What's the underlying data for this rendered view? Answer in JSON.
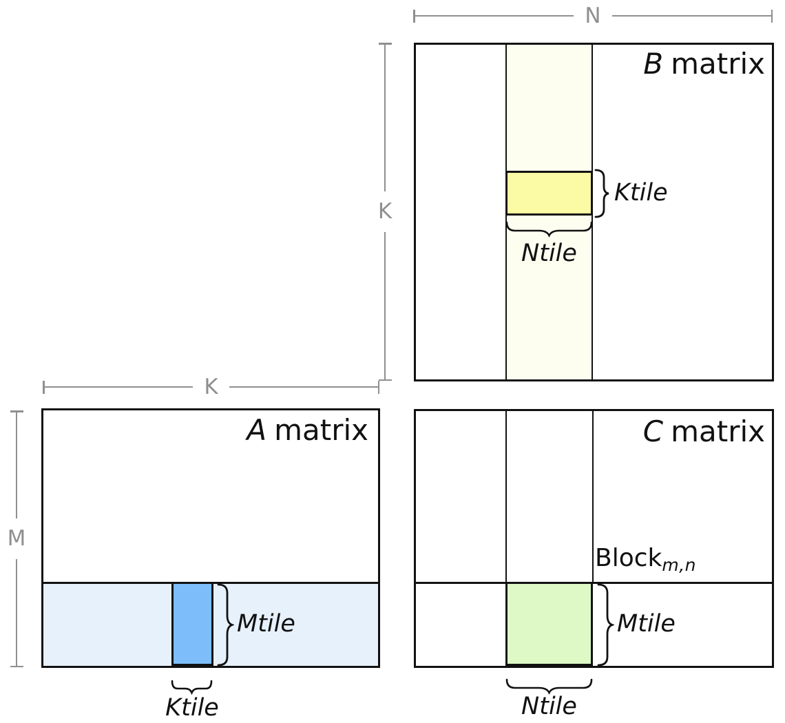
{
  "colors": {
    "border": "#111111",
    "dim-gray": "#8f8f8f",
    "strip-ivory": "#fdfdf0",
    "tile-yellow": "#fbfba6",
    "strip-blue": "#e7f1fc",
    "tile-blue": "#7dbefa",
    "tile-green": "#def9c5"
  },
  "dims": {
    "n": "N",
    "k_b": "K",
    "k_a": "K",
    "m": "M"
  },
  "matrices": {
    "b": {
      "name": "B",
      "word": "matrix"
    },
    "a": {
      "name": "A",
      "word": "matrix"
    },
    "c": {
      "name": "C",
      "word": "matrix"
    }
  },
  "tiles": {
    "ktile": "Ktile",
    "ntile": "Ntile",
    "mtile": "Mtile"
  },
  "block": {
    "base": "Block",
    "subscript": "m,n"
  }
}
